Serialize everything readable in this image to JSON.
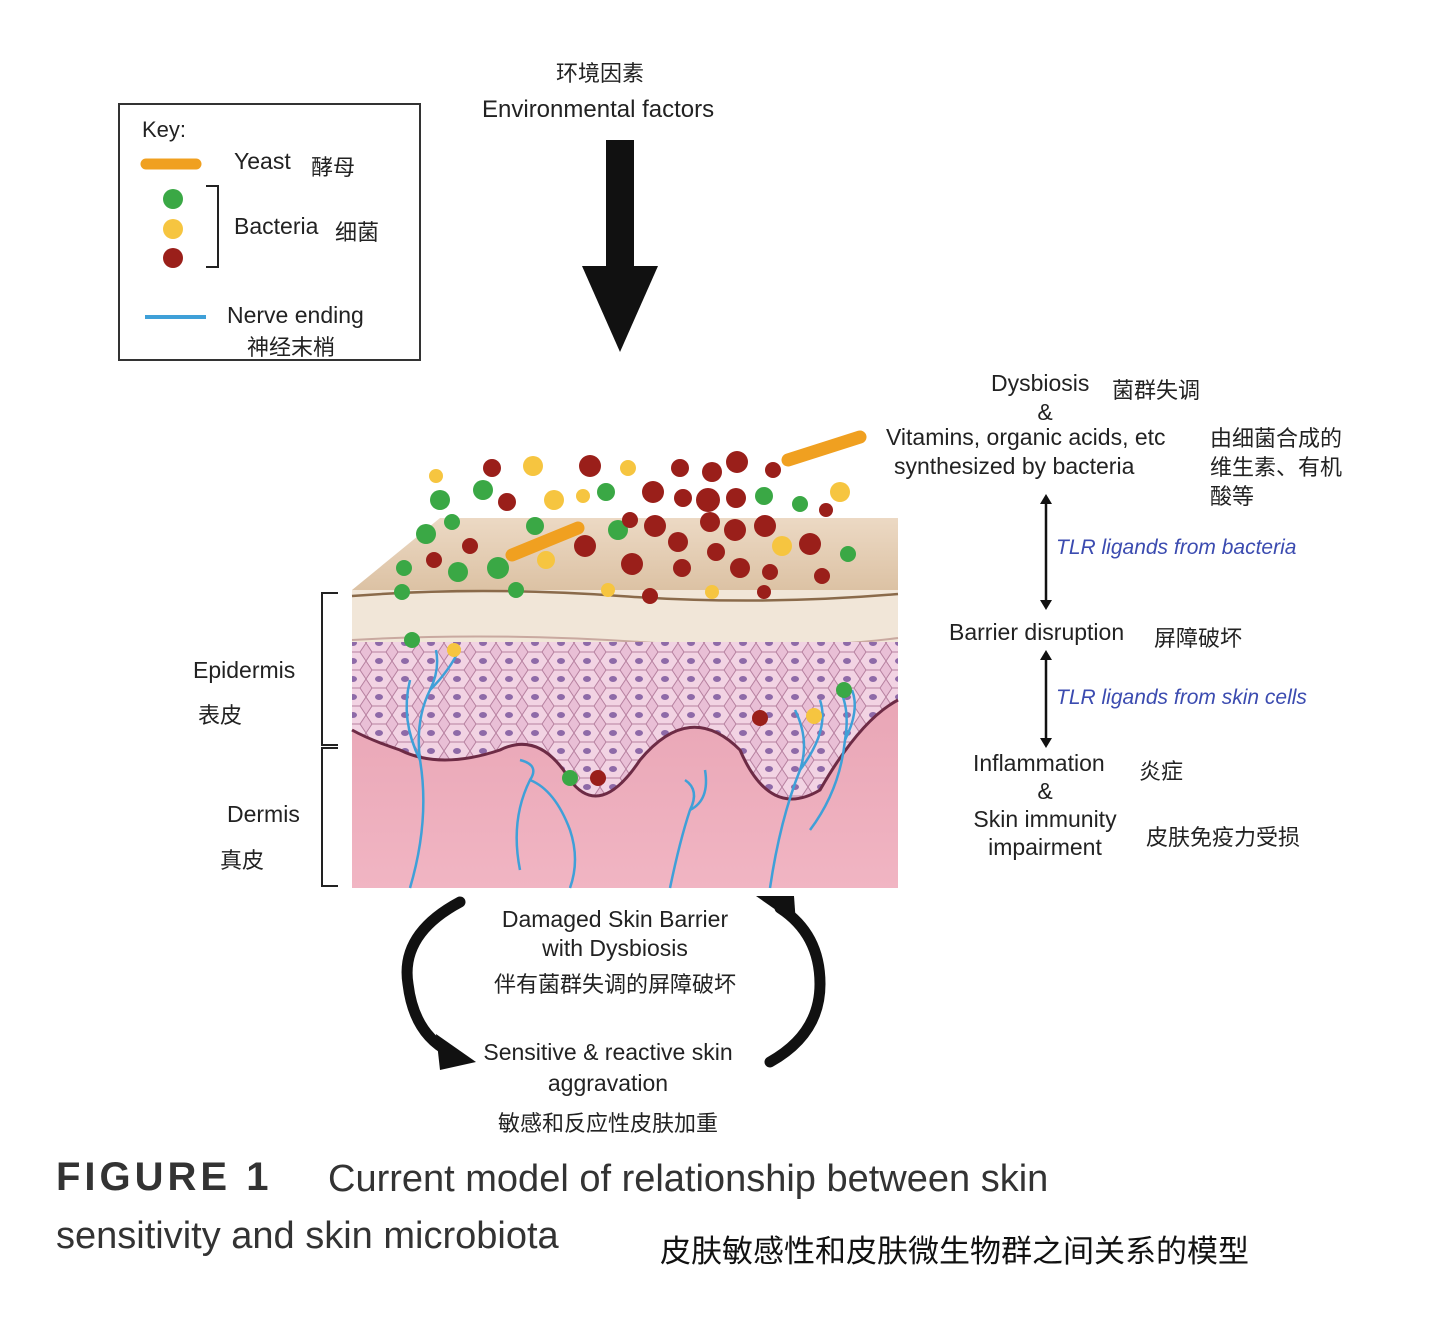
{
  "top": {
    "env_cn": "环境因素",
    "env_en": "Environmental factors"
  },
  "key": {
    "title": "Key:",
    "yeast_en": "Yeast",
    "yeast_cn": "酵母",
    "bacteria_en": "Bacteria",
    "bacteria_cn": "细菌",
    "nerve_en": "Nerve ending",
    "nerve_cn": "神经末梢",
    "colors": {
      "yeast": "#f0a020",
      "bacteria_green": "#3aa845",
      "bacteria_yellow": "#f6c540",
      "bacteria_red": "#9a1f1a",
      "nerve": "#3fa0d8"
    }
  },
  "right": {
    "dysbiosis_en": "Dysbiosis",
    "dysbiosis_cn": "菌群失调",
    "amp1": "&",
    "vitamins_line1": "Vitamins, organic acids, etc",
    "vitamins_line2": "synthesized by bacteria",
    "vitamins_cn_1": "由细菌合成的",
    "vitamins_cn_2": "维生素、有机",
    "vitamins_cn_3": "酸等",
    "tlr_bacteria": "TLR ligands from bacteria",
    "barrier_en": "Barrier disruption",
    "barrier_cn": "屏障破坏",
    "tlr_skin": "TLR ligands from skin cells",
    "inflammation_en": "Inflammation",
    "inflammation_cn": "炎症",
    "amp2": "&",
    "immunity_line1": "Skin immunity",
    "immunity_line2": "impairment",
    "immunity_cn": "皮肤免疫力受损"
  },
  "left": {
    "epidermis_en": "Epidermis",
    "epidermis_cn": "表皮",
    "dermis_en": "Dermis",
    "dermis_cn": "真皮"
  },
  "cycle": {
    "damaged_line1": "Damaged Skin Barrier",
    "damaged_line2": "with Dysbiosis",
    "damaged_cn": "伴有菌群失调的屏障破坏",
    "sensitive_line1": "Sensitive & reactive skin",
    "sensitive_line2": "aggravation",
    "sensitive_cn": "敏感和反应性皮肤加重"
  },
  "caption": {
    "figure_label": "FIGURE 1",
    "text_line1": "Current model of relationship between skin",
    "text_line2": "sensitivity and skin microbiota",
    "text_cn": "皮肤敏感性和皮肤微生物群之间关系的模型"
  }
}
